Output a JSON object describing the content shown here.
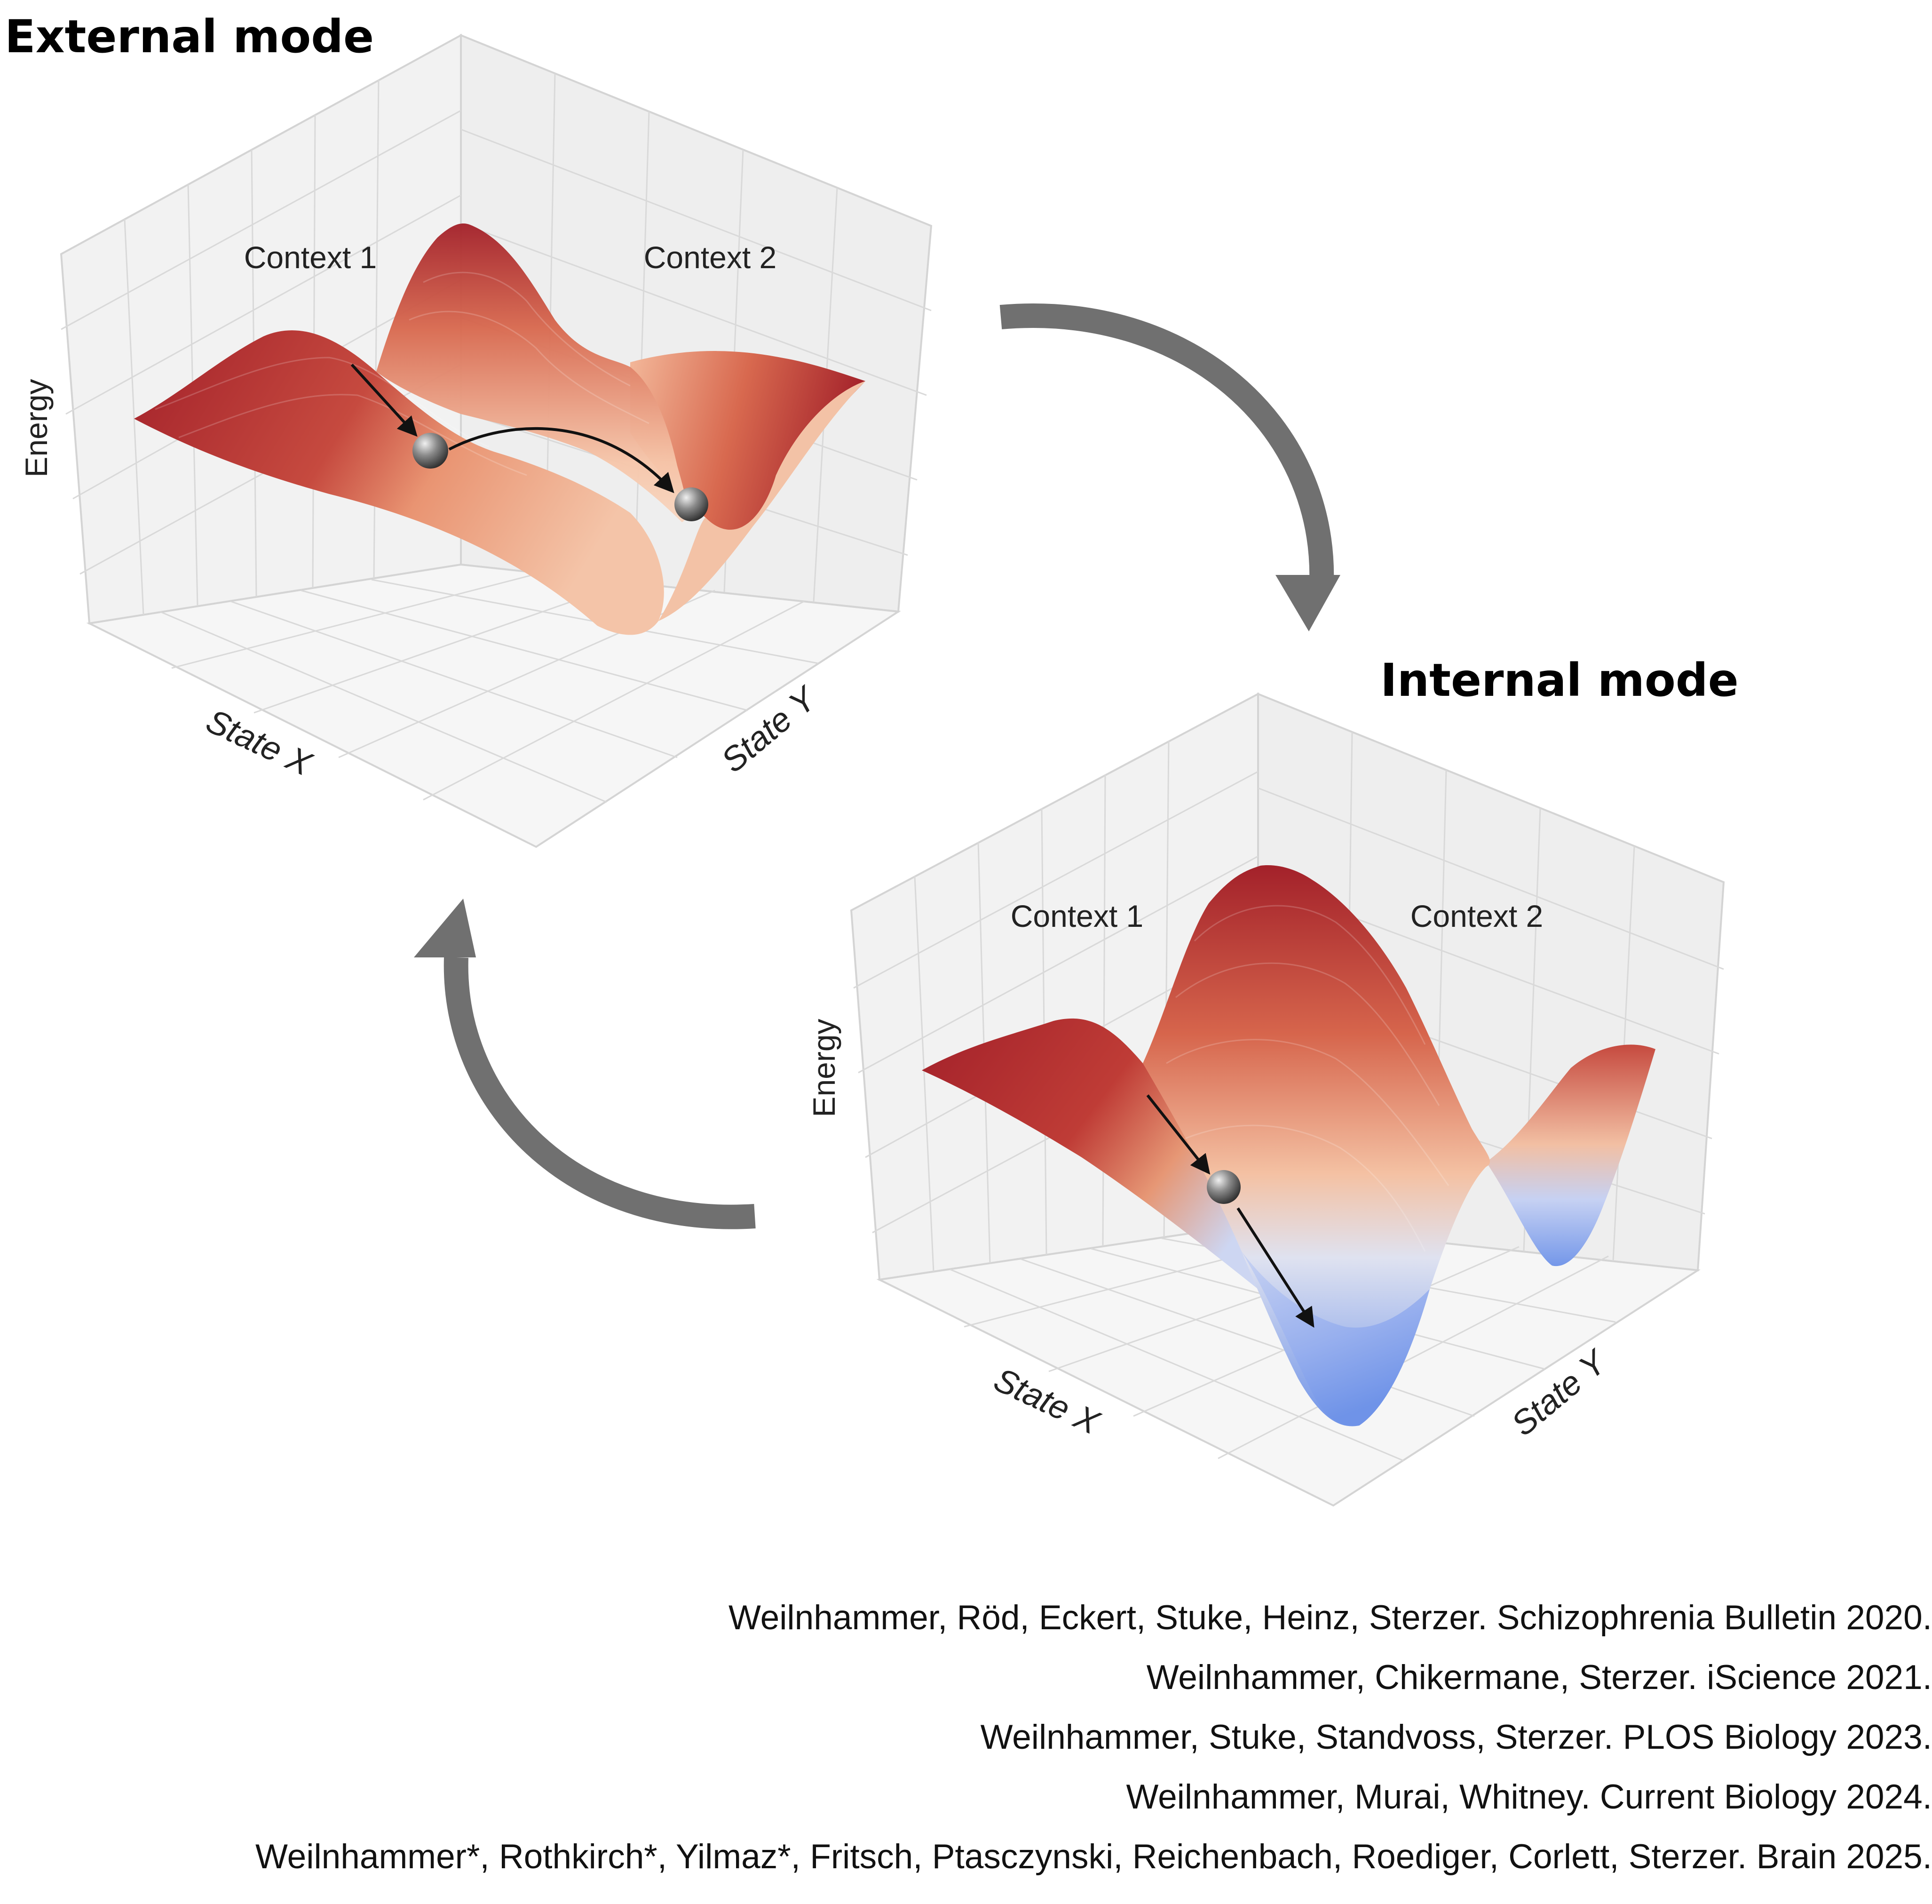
{
  "external_panel": {
    "title": "External mode",
    "axis_energy": "Energy",
    "axis_state_x": "State X",
    "axis_state_y": "State Y",
    "context_1": "Context 1",
    "context_2": "Context 2"
  },
  "internal_panel": {
    "title": "Internal mode",
    "axis_energy": "Energy",
    "axis_state_x": "State X",
    "axis_state_y": "State Y",
    "context_1": "Context 1",
    "context_2": "Context 2"
  },
  "references": [
    "Weilnhammer, Röd, Eckert, Stuke, Heinz, Sterzer. Schizophrenia Bulletin 2020.",
    "Weilnhammer, Chikermane, Sterzer. iScience 2021.",
    "Weilnhammer, Stuke, Standvoss, Sterzer. PLOS Biology 2023.",
    "Weilnhammer, Murai, Whitney. Current Biology 2024.",
    "Weilnhammer*, Rothkirch*, Yilmaz*, Fritsch, Ptasczynski, Reichenbach, Roediger, Corlett, Sterzer. Brain 2025."
  ],
  "colors": {
    "surface_high": "#a3212a",
    "surface_mid": "#f4c4a8",
    "surface_low": "#6f93e8",
    "cycle_arrow": "#707070",
    "grid_line": "#d4d4d4",
    "pane_fill": "#f2f2f2"
  }
}
